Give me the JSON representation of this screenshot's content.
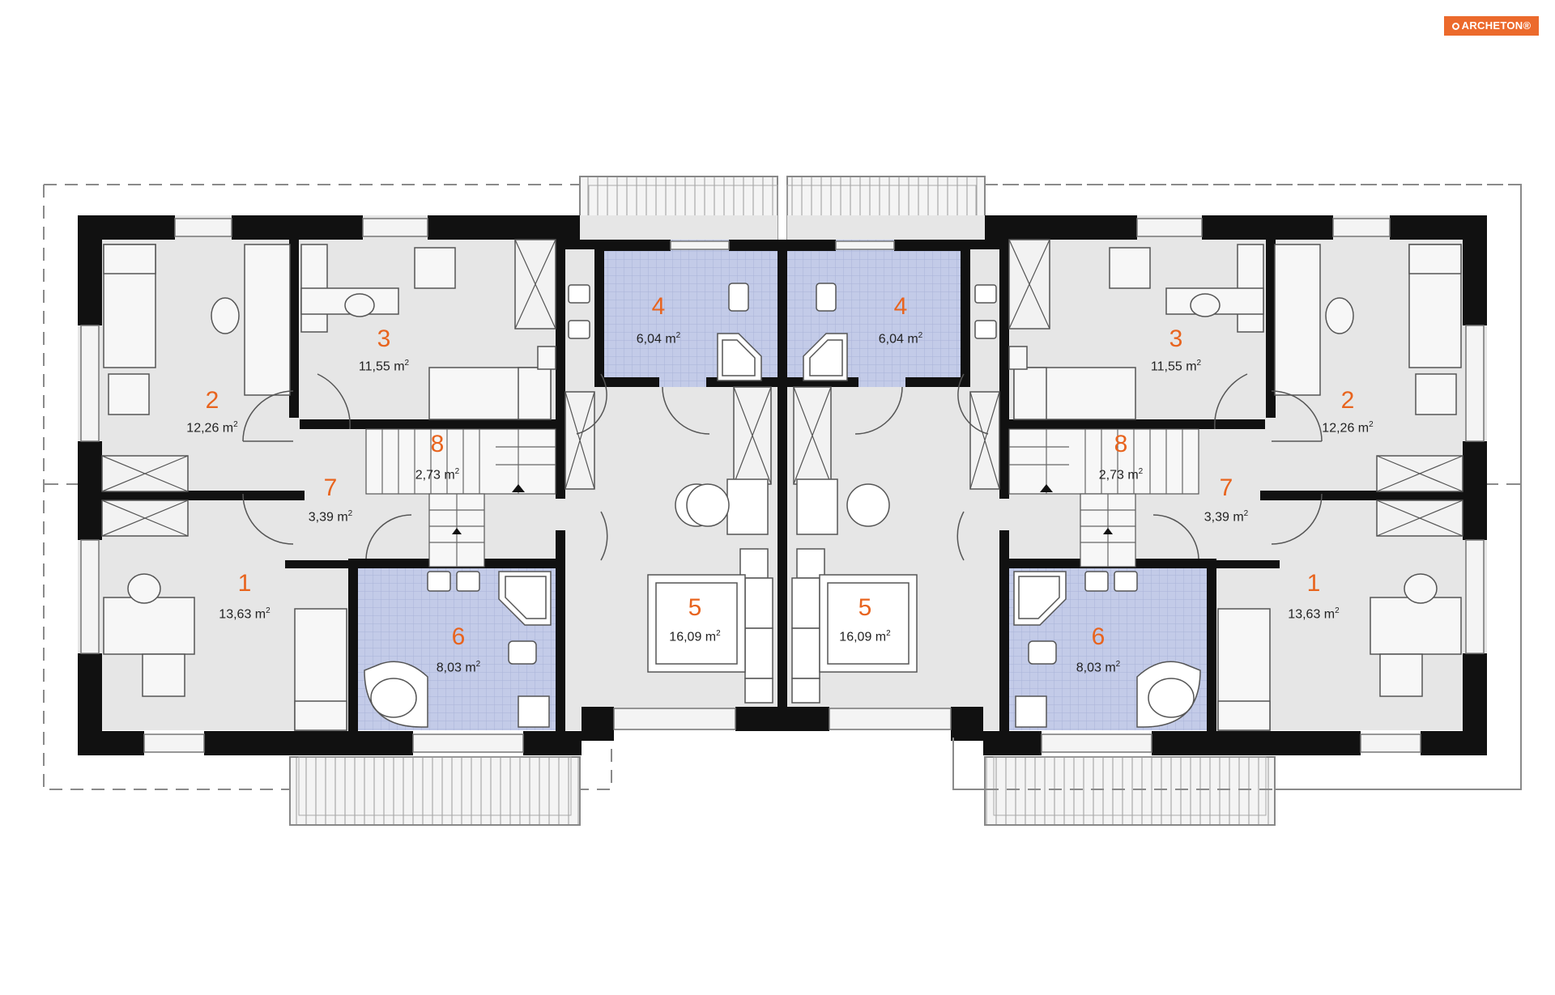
{
  "brand": {
    "logo_text": "ARCHETON",
    "logo_mark": "®",
    "logo_color": "#ec6a2c"
  },
  "colors": {
    "wall": "#111111",
    "floor": "#e6e6e6",
    "wet_room": "#bfc8e6",
    "label_number": "#e8641e",
    "label_area": "#222222",
    "dashed_outline": "#8a8a8a"
  },
  "unit_label": "m",
  "rooms": [
    {
      "id": "l1",
      "number": "1",
      "area": "13,63"
    },
    {
      "id": "l2",
      "number": "2",
      "area": "12,26"
    },
    {
      "id": "l3",
      "number": "3",
      "area": "11,55"
    },
    {
      "id": "l4",
      "number": "4",
      "area": "6,04"
    },
    {
      "id": "l5",
      "number": "5",
      "area": "16,09"
    },
    {
      "id": "l6",
      "number": "6",
      "area": "8,03"
    },
    {
      "id": "l7",
      "number": "7",
      "area": "3,39"
    },
    {
      "id": "l8",
      "number": "8",
      "area": "2,73"
    },
    {
      "id": "r1",
      "number": "1",
      "area": "13,63"
    },
    {
      "id": "r2",
      "number": "2",
      "area": "12,26"
    },
    {
      "id": "r3",
      "number": "3",
      "area": "11,55"
    },
    {
      "id": "r4",
      "number": "4",
      "area": "6,04"
    },
    {
      "id": "r5",
      "number": "5",
      "area": "16,09"
    },
    {
      "id": "r6",
      "number": "6",
      "area": "8,03"
    },
    {
      "id": "r7",
      "number": "7",
      "area": "3,39"
    },
    {
      "id": "r8",
      "number": "8",
      "area": "2,73"
    }
  ]
}
